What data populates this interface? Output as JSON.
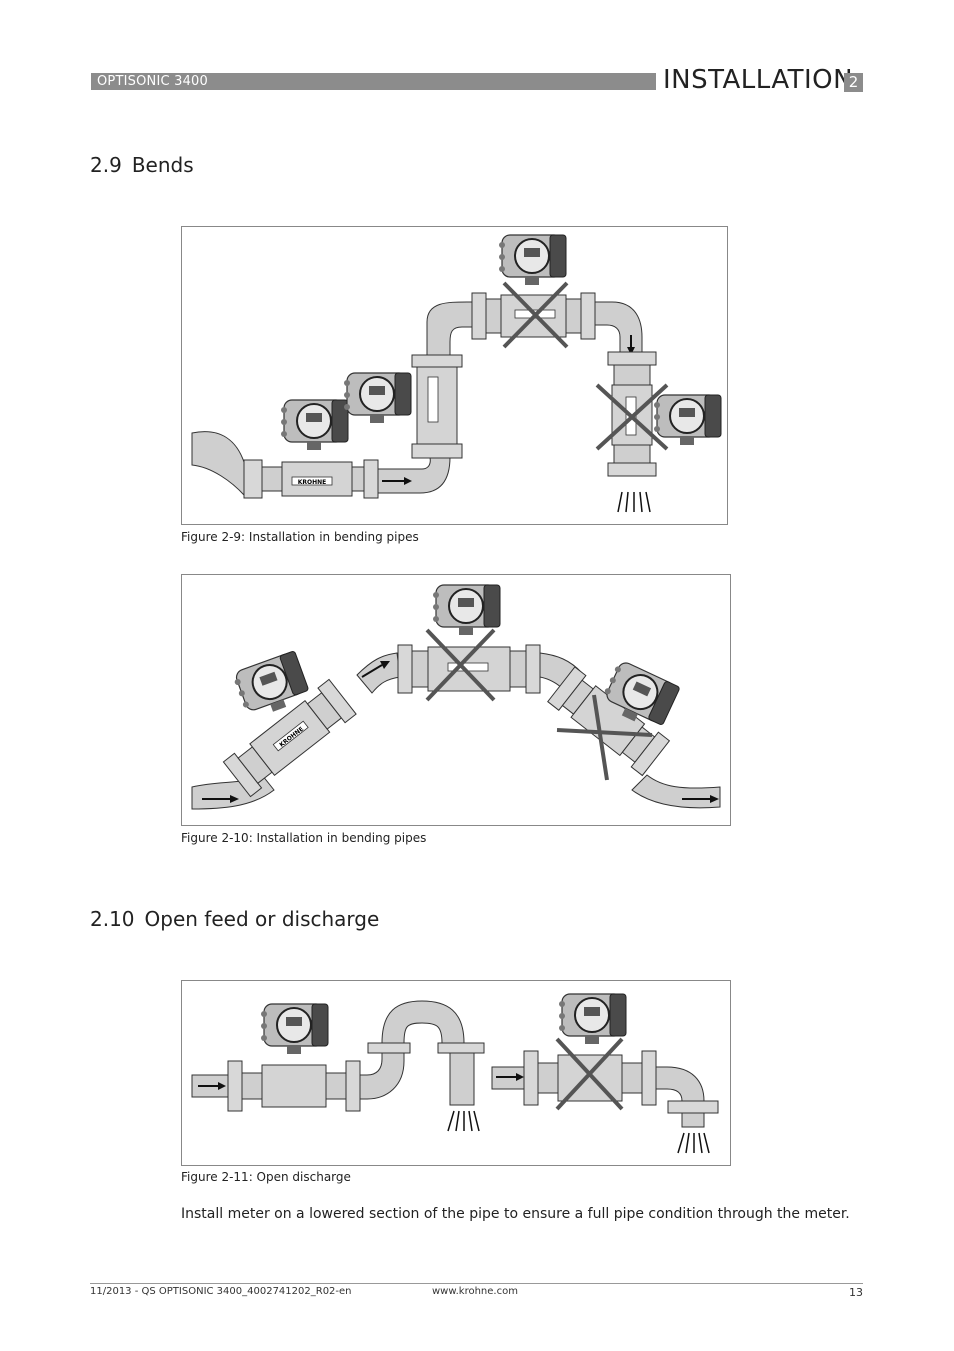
{
  "header": {
    "product": "OPTISONIC 3400",
    "section": "INSTALLATION",
    "chapter": "2"
  },
  "sections": {
    "bends": {
      "number": "2.9",
      "title": "Bends"
    },
    "open_feed": {
      "number": "2.10",
      "title": "Open feed or discharge"
    }
  },
  "figures": {
    "fig_2_9": {
      "caption": "Figure 2-9: Installation in bending pipes",
      "brand_label": "KROHNE"
    },
    "fig_2_10": {
      "caption": "Figure 2-10: Installation in bending pipes",
      "brand_label": "KROHNE"
    },
    "fig_2_11": {
      "caption": "Figure 2-11: Open discharge"
    }
  },
  "body": {
    "text": "Install meter on a lowered section of the pipe to ensure a full pipe condition through the meter."
  },
  "footer": {
    "doc_ref": "11/2013 - QS OPTISONIC 3400_4002741202_R02-en",
    "website": "www.krohne.com",
    "page_number": "13"
  },
  "colors": {
    "header_bar": "#8c8c8c",
    "pipe_fill": "#cfcfcf",
    "transmitter_dark": "#4a4a4a",
    "cross": "#555555"
  }
}
